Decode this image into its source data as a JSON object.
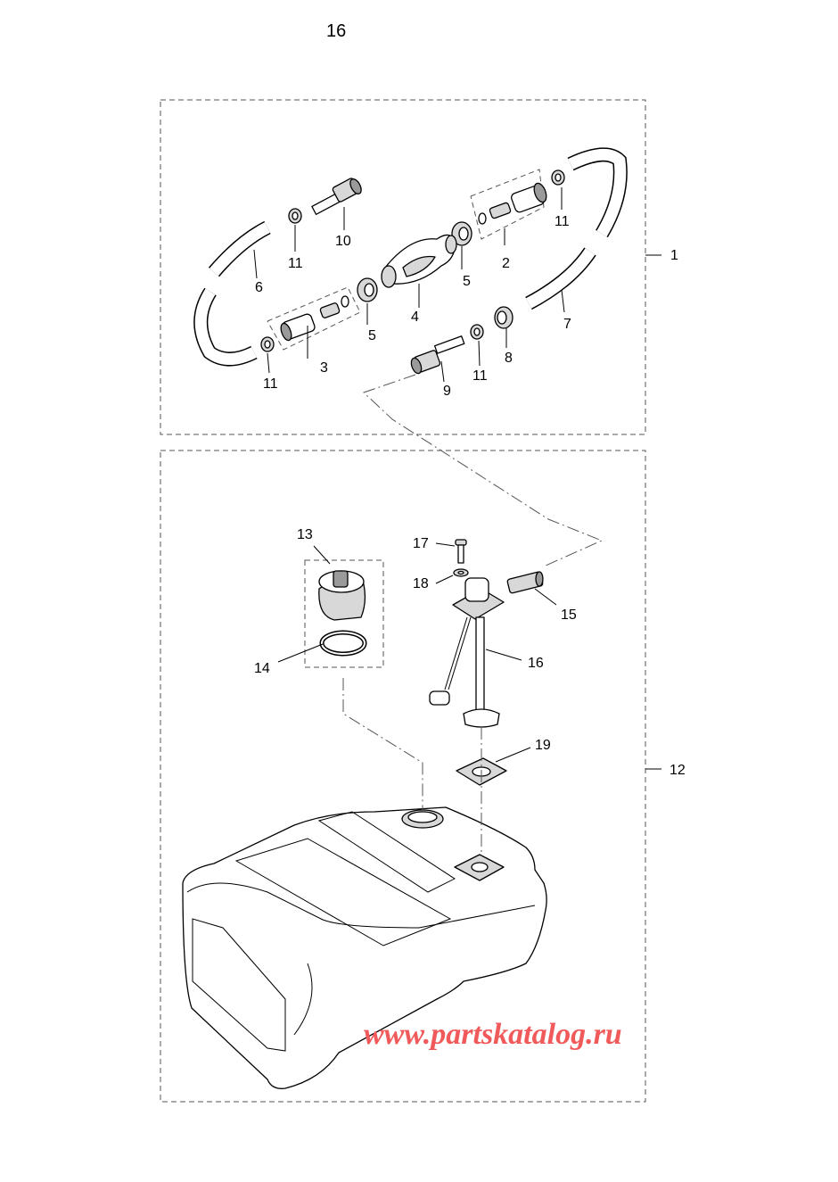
{
  "page": {
    "number": "16"
  },
  "callouts": {
    "c1": "1",
    "c2": "2",
    "c3": "3",
    "c4": "4",
    "c5a": "5",
    "c5b": "5",
    "c6": "6",
    "c7": "7",
    "c8": "8",
    "c9": "9",
    "c10": "10",
    "c11a": "11",
    "c11b": "11",
    "c11c": "11",
    "c11d": "11",
    "c12": "12",
    "c13": "13",
    "c14": "14",
    "c15": "15",
    "c16": "16",
    "c17": "17",
    "c18": "18",
    "c19": "19"
  },
  "watermark": {
    "text": "www.partskatalog.ru",
    "color": "#f05a5a"
  }
}
